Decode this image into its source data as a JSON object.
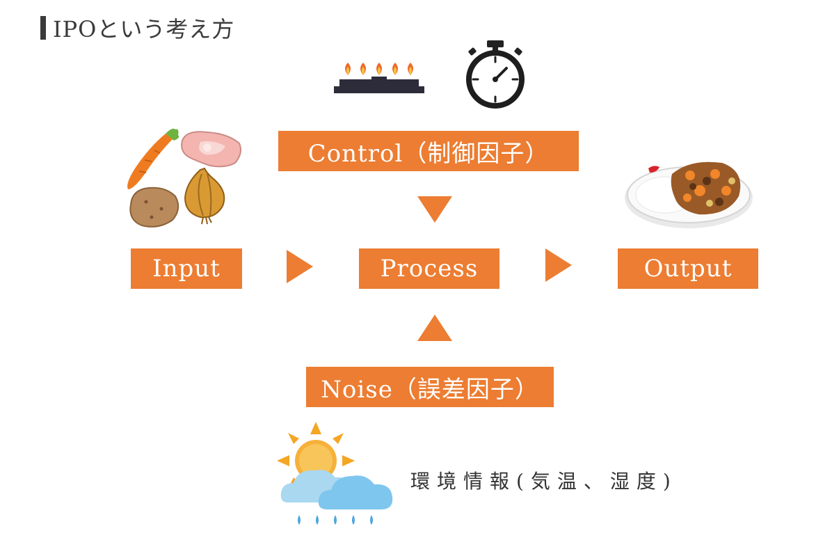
{
  "title": "IPOという考え方",
  "boxes": {
    "control": "Control（制御因子）",
    "input": "Input",
    "process": "Process",
    "output": "Output",
    "noise": "Noise（誤差因子）"
  },
  "environment_label": "環境情報(気温、湿度)",
  "colors": {
    "accent": "#ec7d32",
    "title_bar": "#3a3a3a"
  },
  "icons": [
    "gas-burner-icon",
    "stopwatch-icon",
    "vegetables-meat-icon",
    "curry-rice-icon",
    "weather-sun-cloud-rain-icon"
  ]
}
